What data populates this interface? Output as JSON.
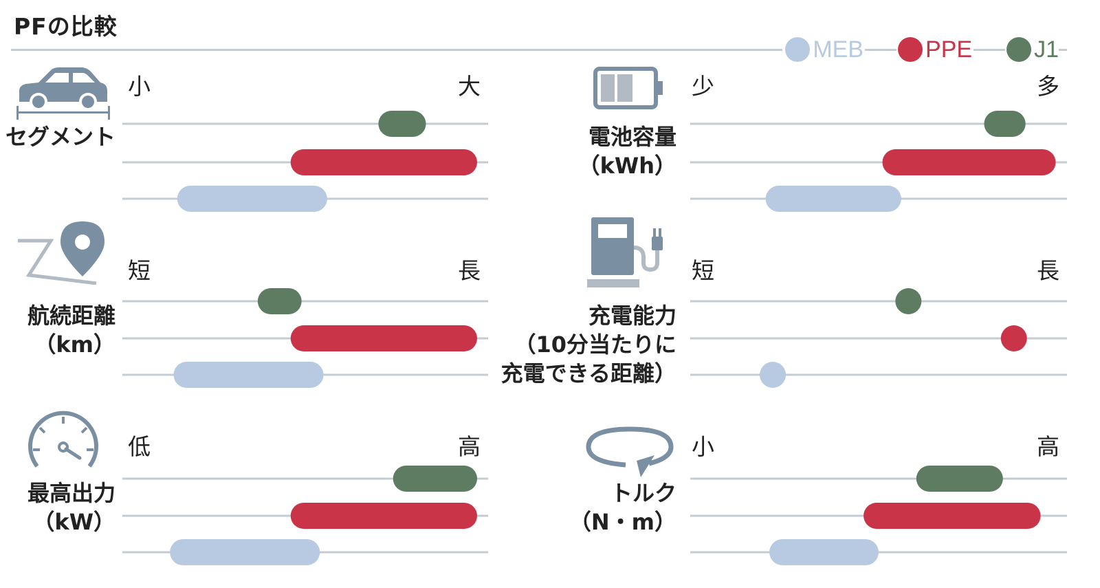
{
  "title": "PFの比較",
  "legend": [
    {
      "name": "MEB",
      "color": "#b7cae1"
    },
    {
      "name": "PPE",
      "color": "#c93449"
    },
    {
      "name": "J1",
      "color": "#5d7c62"
    }
  ],
  "colors": {
    "track": "#c6ccd3",
    "icon": "#7a8fa2"
  },
  "chart_data": [
    {
      "type": "bar",
      "label": "セグメント",
      "low_label": "小",
      "high_label": "大",
      "icon": "car-icon",
      "xlim": [
        0,
        1
      ],
      "series": [
        {
          "name": "J1",
          "range": [
            0.7,
            0.83
          ]
        },
        {
          "name": "PPE",
          "range": [
            0.46,
            0.97
          ]
        },
        {
          "name": "MEB",
          "range": [
            0.15,
            0.56
          ]
        }
      ]
    },
    {
      "type": "bar",
      "label": "電池容量\n（kWh）",
      "low_label": "少",
      "high_label": "多",
      "icon": "battery-icon",
      "xlim": [
        0,
        1
      ],
      "series": [
        {
          "name": "J1",
          "range": [
            0.78,
            0.89
          ]
        },
        {
          "name": "PPE",
          "range": [
            0.51,
            0.97
          ]
        },
        {
          "name": "MEB",
          "range": [
            0.2,
            0.56
          ]
        }
      ]
    },
    {
      "type": "bar",
      "label": "航続距離\n（km）",
      "low_label": "短",
      "high_label": "長",
      "icon": "map-pin-icon",
      "xlim": [
        0,
        1
      ],
      "series": [
        {
          "name": "J1",
          "range": [
            0.37,
            0.49
          ]
        },
        {
          "name": "PPE",
          "range": [
            0.46,
            0.97
          ]
        },
        {
          "name": "MEB",
          "range": [
            0.14,
            0.55
          ]
        }
      ]
    },
    {
      "type": "bar",
      "label": "充電能力\n（10分当たりに\n充電できる距離）",
      "low_label": "短",
      "high_label": "長",
      "icon": "charging-station-icon",
      "xlim": [
        0,
        1
      ],
      "series": [
        {
          "name": "J1",
          "value": 0.59
        },
        {
          "name": "PPE",
          "value": 0.87
        },
        {
          "name": "MEB",
          "value": 0.23
        }
      ]
    },
    {
      "type": "bar",
      "label": "最高出力\n（kW）",
      "low_label": "低",
      "high_label": "高",
      "icon": "speedometer-icon",
      "xlim": [
        0,
        1
      ],
      "series": [
        {
          "name": "J1",
          "range": [
            0.74,
            0.97
          ]
        },
        {
          "name": "PPE",
          "range": [
            0.46,
            0.97
          ]
        },
        {
          "name": "MEB",
          "range": [
            0.13,
            0.54
          ]
        }
      ]
    },
    {
      "type": "bar",
      "label": "トルク\n（N・m）",
      "low_label": "小",
      "high_label": "高",
      "icon": "torque-icon",
      "xlim": [
        0,
        1
      ],
      "series": [
        {
          "name": "J1",
          "range": [
            0.6,
            0.83
          ]
        },
        {
          "name": "PPE",
          "range": [
            0.46,
            0.93
          ]
        },
        {
          "name": "MEB",
          "range": [
            0.21,
            0.5
          ]
        }
      ]
    }
  ]
}
